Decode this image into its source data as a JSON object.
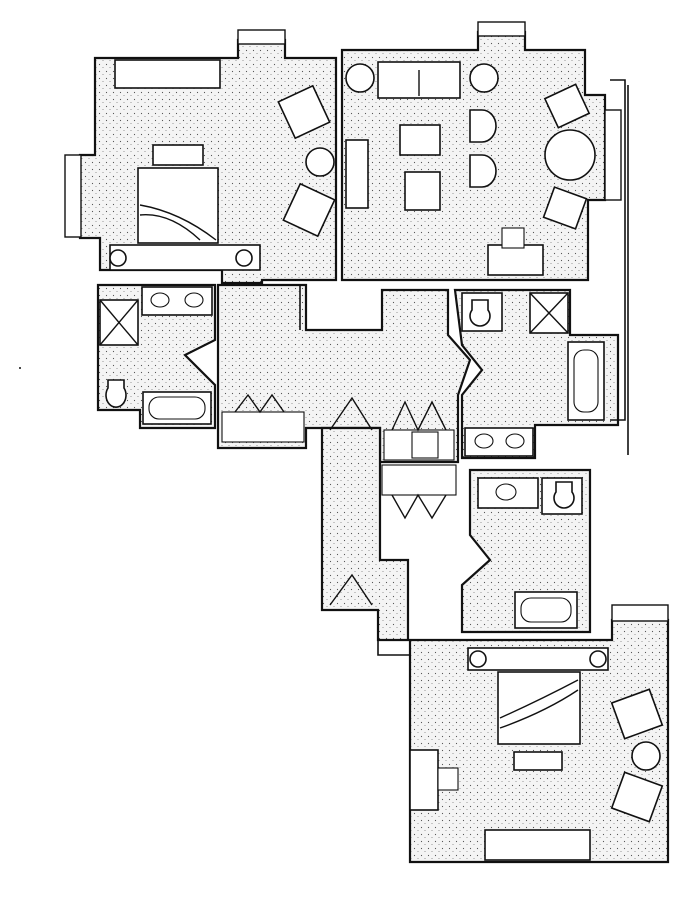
{
  "plan": {
    "style": "black-and-white stippled architectural floor plan",
    "colors": {
      "ink": "#111111",
      "paper": "#ffffff",
      "floor": "#f2f2f2"
    },
    "rooms": [
      "bedroom-1",
      "living-room",
      "bathroom-1",
      "bathroom-2",
      "bathroom-3",
      "entry-hall",
      "corridor",
      "bedroom-2"
    ]
  }
}
